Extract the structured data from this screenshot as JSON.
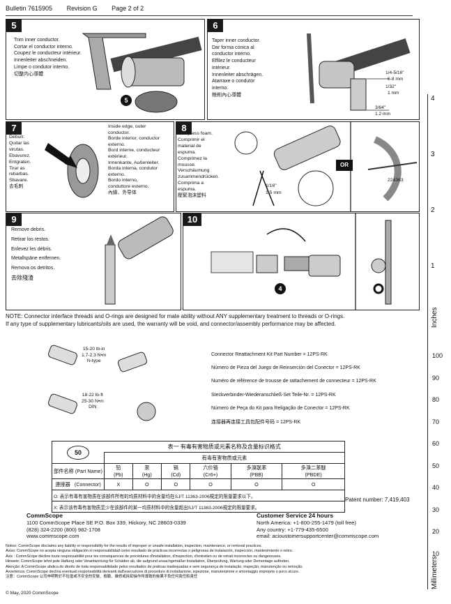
{
  "header": {
    "bulletin": "Bulletin 7615905",
    "revision": "Revision G",
    "page": "Page 2 of 2"
  },
  "steps": {
    "s5": {
      "num": "5",
      "lines": [
        "Trim inner conductor.",
        "Cortar el conductor interno.",
        "Coupez le conducteur intérieur.",
        "Innenleiter abschneiden.",
        "Limpe o condutor interno.",
        "切整内心導體"
      ],
      "callout": "5"
    },
    "s6": {
      "num": "6",
      "lines": [
        "Taper inner conductor.",
        "Dar forma cónica al",
        "conductor interno.",
        "Effilez le conducteur",
        "intérieur.",
        "Innenleiter abschrägen.",
        "Atarraxe o condutor",
        "interno.",
        "銼削內心導體"
      ],
      "dims": {
        "d1a": "1/4-5/16\"",
        "d1b": "6-8 mm",
        "d2a": "1/32\"",
        "d2b": "1 mm",
        "d3a": "3/64\"",
        "d3b": "1.2 mm"
      }
    },
    "s7": {
      "num": "7",
      "left": [
        "Deburr.",
        "Quitar las",
        "virutas.",
        "Ebavurez.",
        "Entgraten.",
        "Tirar as",
        "rebarbas.",
        "Sbavare.",
        "去毛刺"
      ],
      "right": [
        "Inside edge, outer",
        "conductor.",
        "Borde interior, conductor",
        "externo.",
        "Bord interne, conducteur",
        "extérieur.",
        "Innenkante, Außenleiter.",
        "Borda interna, condutor",
        "externo.",
        "Bordo interno,",
        "conduttore esterno.",
        "內緣、外导体"
      ]
    },
    "s8": {
      "num": "8",
      "lines": [
        "Compress foam.",
        "Comprimir el",
        "material de",
        "espuma.",
        "Comprimez la",
        "mousse.",
        "Verschäumung",
        "zusammendrücken.",
        "Comprima a",
        "espuma.",
        "壓緊泡沫塑料"
      ],
      "dim1": "1/16\"",
      "dim2": "1.5 mm",
      "or": "OR",
      "part": "224363"
    },
    "s9": {
      "num": "9",
      "lines": [
        "Remove debris.",
        "Retirar los restos.",
        "Enlevez les débris.",
        "Metallspäne entfernen.",
        "Remova os detritos.",
        "去除殘渣"
      ]
    },
    "s10": {
      "num": "10",
      "callout": "4"
    }
  },
  "note": [
    "NOTE: Connector interface threads and O-rings are designed for mate ability without ANY supplementary treatment to threads or O-rings.",
    "If any type of supplementary lubricants/oils are used, the warranty will be void, and connector/assembly performance may be affected."
  ],
  "torque": {
    "ntype": [
      "15-20 lb-in",
      "1.7-2.3 N•m",
      "N-type"
    ],
    "din": [
      "18-22 lb-ft",
      "25-30 N•m",
      "DIN"
    ]
  },
  "kit_lines": [
    "Connector Reattachment Kit Part Number = 12PS-RK",
    "Número de Pieza del Juego de Reinserción del Conector = 12PS-RK",
    "Numéro de référence de trousse de rattachement de connecteur = 12PS-RK",
    "Steckverbinder-Wiederanschließ-Set  Teile-Nr. = 12PS-RK",
    "Número de Peça do Kit para Religação de Conector = 12PS-RK",
    "连接器再连接工具包配件号码 = 12PS-RK"
  ],
  "rohs": {
    "logo": "50",
    "title": "表一 有毒有害物质或元素名称及含量标识格式",
    "subheader": "有毒有害物质或元素",
    "part_cn": "部件名称",
    "part_en": "(Part Name)",
    "cols": [
      [
        "铅",
        "(Pb)"
      ],
      [
        "汞",
        "(Hg)"
      ],
      [
        "镉",
        "(Cd)"
      ],
      [
        "六价铬",
        "(Cr6+)"
      ],
      [
        "多溴联苯",
        "(PBB)"
      ],
      [
        "多溴二苯醚",
        "(PBDE)"
      ]
    ],
    "row_name_cn": "連接器",
    "row_name_en": "(Connector)",
    "row_vals": [
      "X",
      "O",
      "O",
      "O",
      "O",
      "O"
    ],
    "foot1": "O: 表示有毒有害物质在该部件所有的均质材料中的含量均在SJ/T 11363-2006規定的限量要求以下。",
    "foot2": "X: 表示该有毒有害物质至少在该部件的某一均质材料中的含量超出SJ/T 11363-2006規定的限量要求。"
  },
  "patent": "Patent number: 7,419,403",
  "company": {
    "name": "CommScope",
    "lines": [
      "1100 CommScope Place SE P.O. Box 339, Hickory, NC 28603-0339",
      "(828) 324-2200  (800) 982-1708",
      "www.commscope.com"
    ]
  },
  "service": {
    "title": "Customer Service 24 hours",
    "lines": [
      "North America: +1-800-255-1479 (toll free)",
      "Any country: +1-779-435-6500",
      "email: acioustomersupportcenter@commscope.com"
    ]
  },
  "disclaimer": [
    "Notice: CommScope disclaims any liability or responsibility for the results of improper or unsafe installation, inspection, maintenance, or removal practices.",
    "Aviso: CommScope no acepta ninguna obligación ni responsabilidad como resultado de prácticas incorrectas o peligrosas de instalación, inspección, mantenimiento o retiro.",
    "Avis : CommScope décline toute responsabilité pour les conséquences de procédures d'installation, d'inspection, d'entretien ou de retrait incorrectes ou dangereuses.",
    "Hinweis: CommScope lehnt jede Haftung oder Verantwortung für Schäden ab, die aufgrund unsachgemäßer Installation, Überprüfung, Wartung oder Demontage auftreten.",
    "Atenção: A CommScope abdica do direito de toda responsabilidade pelos resultados de práticas inadequadas e sem segurança de instalação, inspeção, manutenção ou remoção.",
    "Avvertenza: CommScope declina eventuali responsabilità derivanti dall'esecuzione di procedure di installazione, ispezione, manutenzione e smontaggio improprie o poco sicure.",
    "注意：CommScope 公司申明對於不恰當或不安全的安裝、檢驗、維修或拆卸操作所導致的後果不負任何責任和責任"
  ],
  "copyright": "© May, 2020 CommScope",
  "ruler": {
    "inches": "Inches",
    "millimeters": "Millimeters",
    "inch_marks": [
      "4",
      "3",
      "2",
      "1"
    ],
    "mm_marks": [
      "100",
      "90",
      "80",
      "70",
      "60",
      "50",
      "40",
      "30",
      "20",
      "10"
    ]
  }
}
